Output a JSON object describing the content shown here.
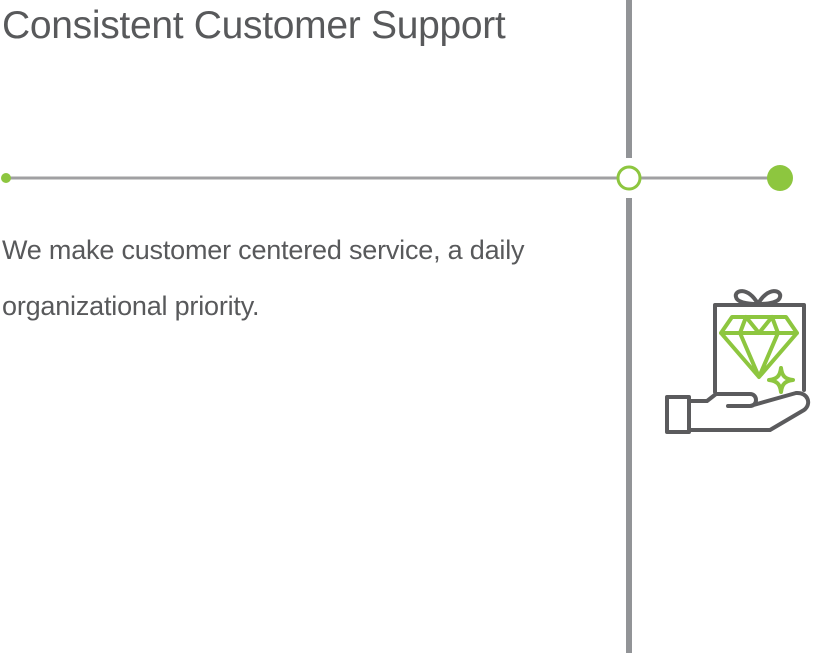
{
  "section": {
    "title": "Consistent Customer Support",
    "description": "We make customer centered service, a daily organizational priority."
  },
  "timeline": {
    "progress_steps_total": 3,
    "active_step": 2
  },
  "icon": {
    "name": "gift-diamond-hand-icon"
  },
  "colors": {
    "accent": "#8dc63f",
    "text": "#58595b",
    "line": "#929497",
    "icon_stroke": "#5b5b5d"
  }
}
